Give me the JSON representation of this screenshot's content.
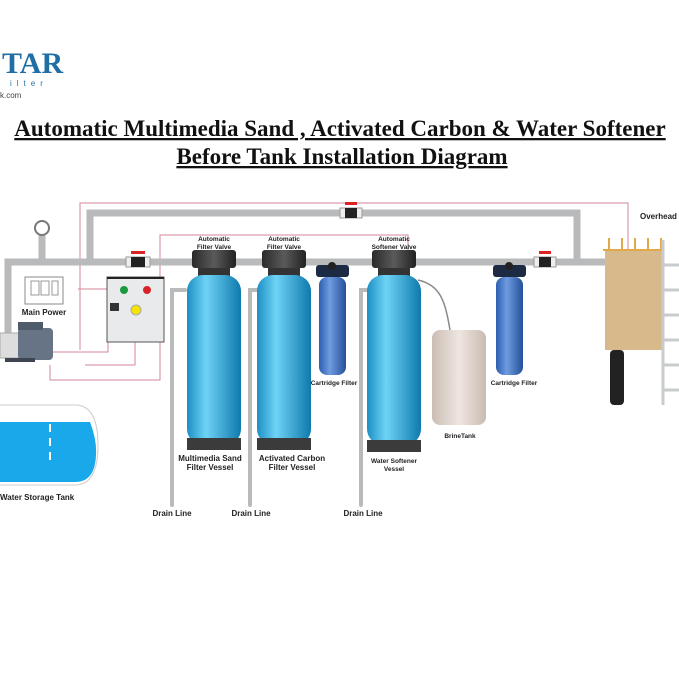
{
  "logo": {
    "mark": "TAR",
    "tagline": "ilter",
    "website": "k.com",
    "color": "#1f6fa6"
  },
  "title": {
    "line1": "Automatic Multimedia Sand , Activated Carbon & Water Softener",
    "line2": "Before Tank Installation Diagram"
  },
  "labels": {
    "main_power": "Main Power",
    "storage_tank": "Water Storage Tank",
    "overhead_tank": "Overhead Storage Tank",
    "valve1": [
      "Automatic",
      "Filter Valve"
    ],
    "valve2": [
      "Automatic",
      "Filter Valve"
    ],
    "valve3": [
      "Automatic",
      "Softener Valve"
    ],
    "sand_vessel": [
      "Multimedia Sand",
      "Filter Vessel"
    ],
    "carbon_vessel": [
      "Activated Carbon",
      "Filter Vessel"
    ],
    "softener_vessel": [
      "Water Softener",
      "Vessel"
    ],
    "cartridge1": "Cartridge Filter",
    "cartridge2": "Cartridge Filter",
    "brine_tank": "BrineTank",
    "drain1": "Drain Line",
    "drain2": "Drain Line",
    "drain3": "Drain Line"
  },
  "colors": {
    "vessel": "#2aa3d6",
    "water": "#19a9ea",
    "pipe": "#b8babb",
    "wire": "#d3879a",
    "brine": "#e3d8d0",
    "overhead": "#d8b98c"
  }
}
